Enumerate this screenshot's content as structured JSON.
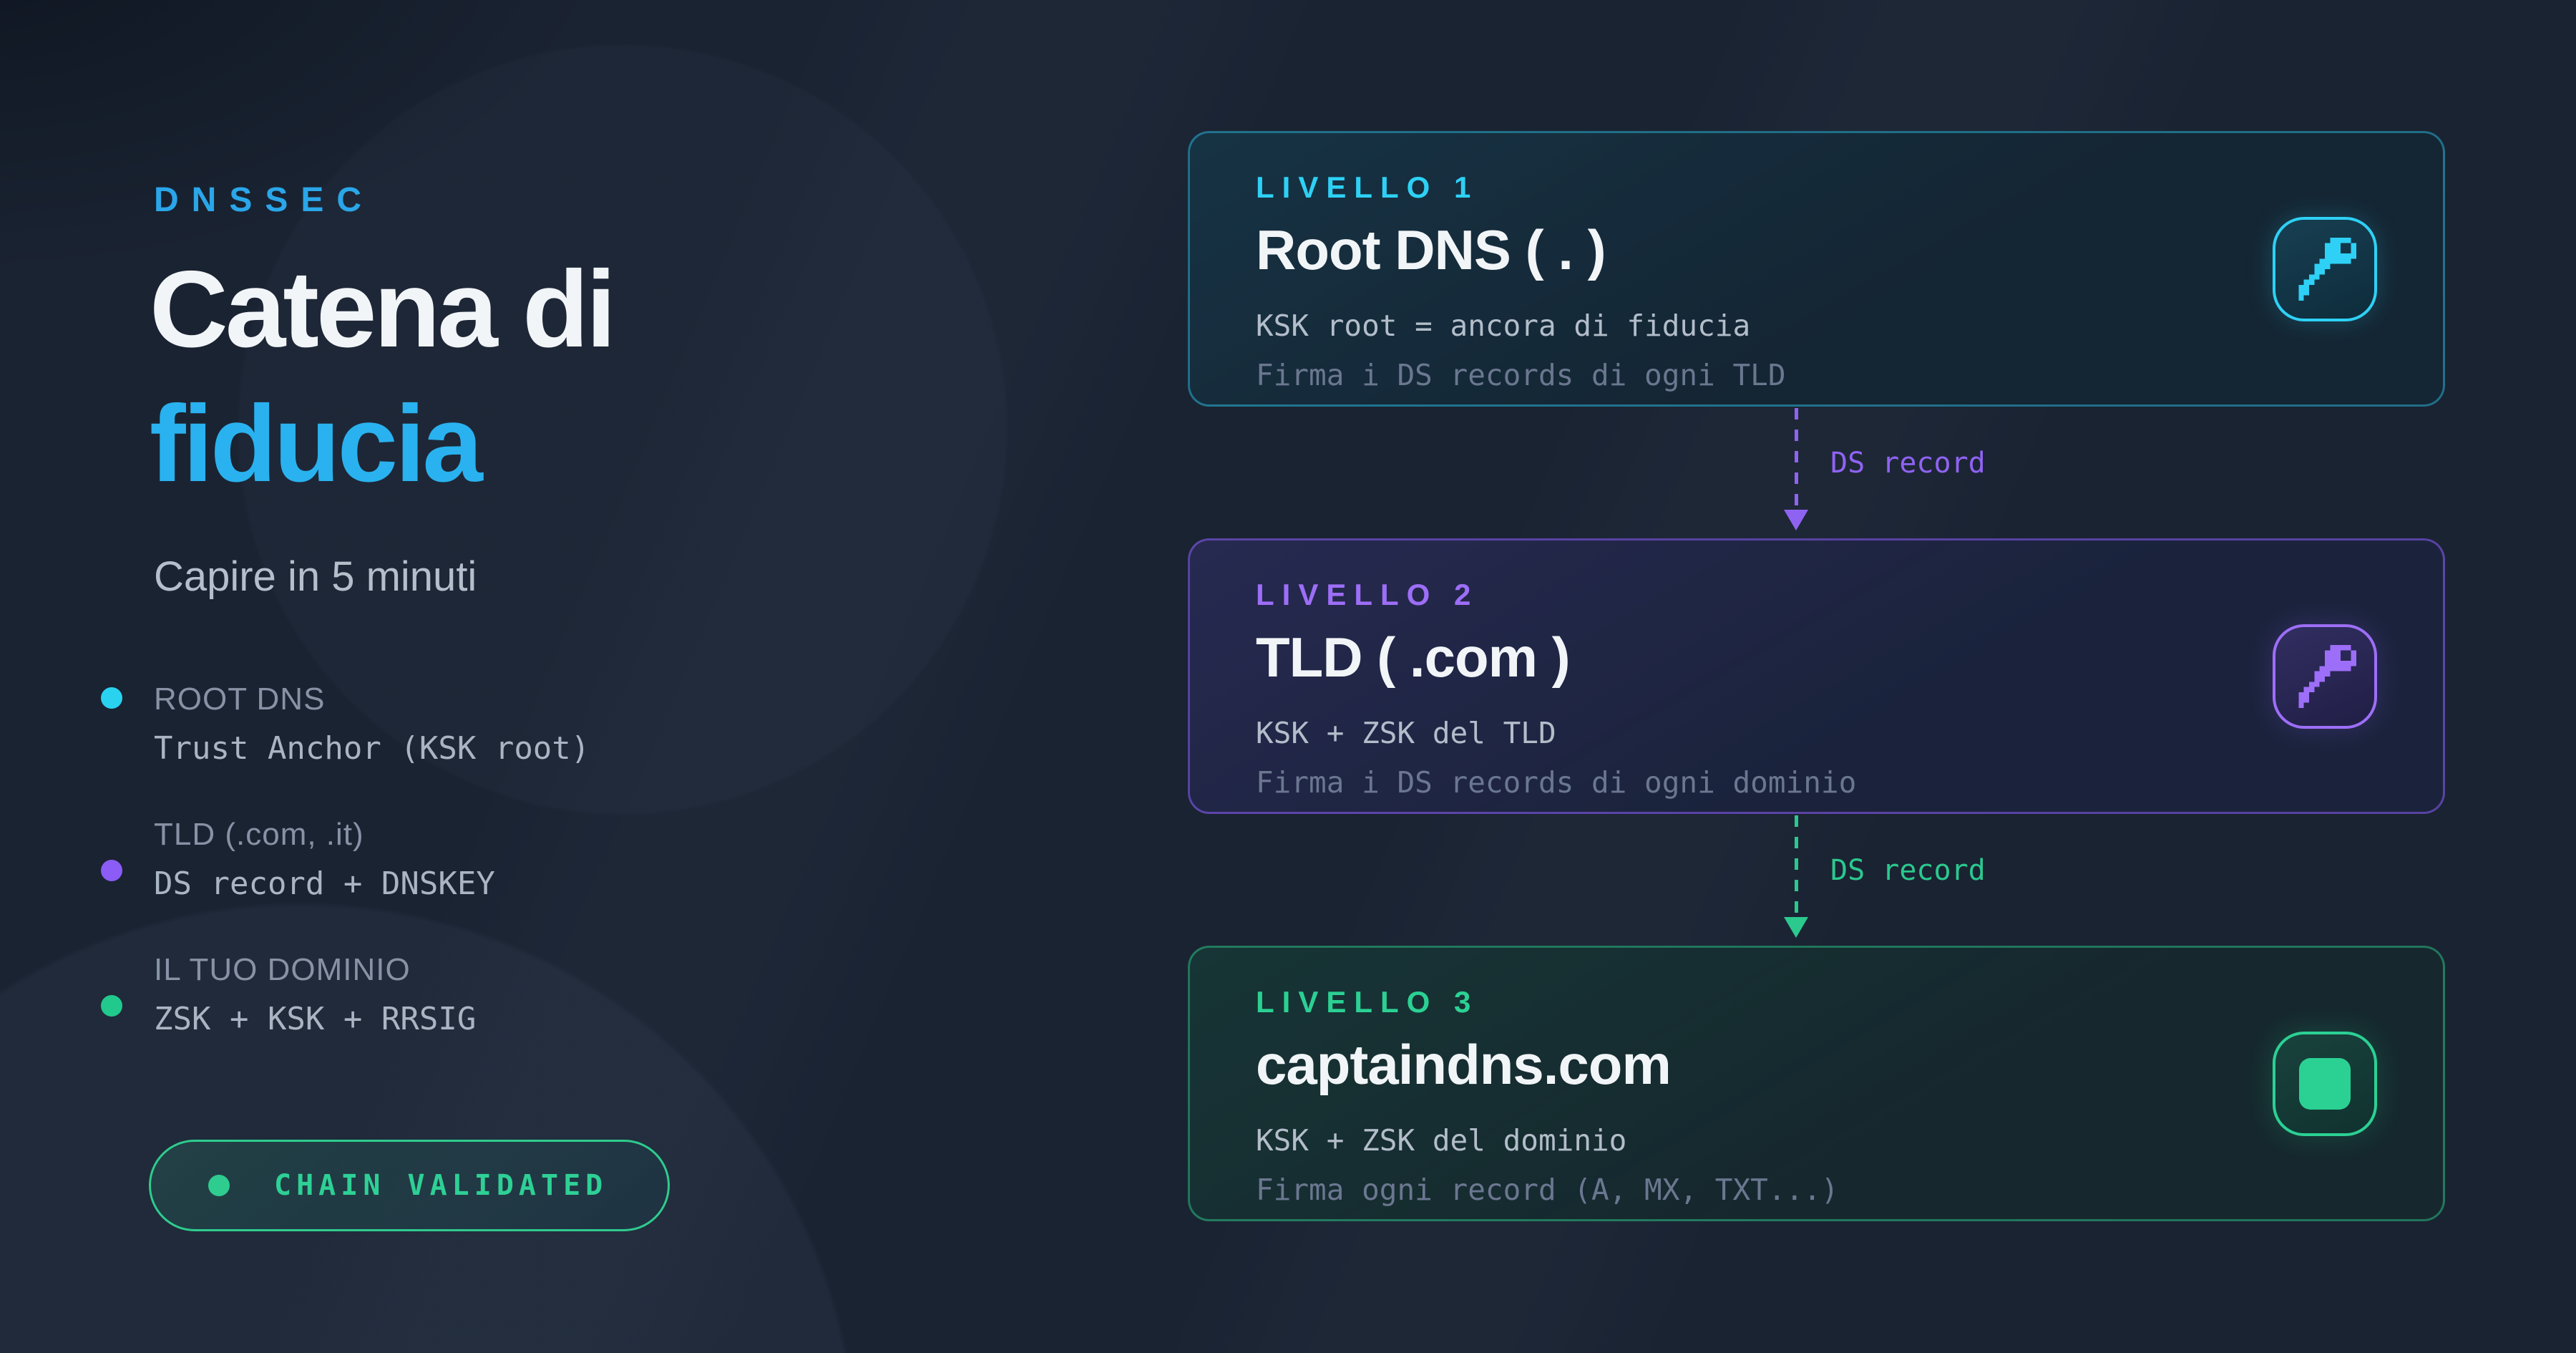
{
  "intro": {
    "kicker": "DNSSEC",
    "title_line1": "Catena di",
    "title_line2": "fiducia",
    "subtitle": "Capire in 5 minuti",
    "legend": [
      {
        "label": "ROOT DNS",
        "detail": "Trust Anchor (KSK root)",
        "dot_color": "#29d3f0"
      },
      {
        "label": "TLD (.com, .it)",
        "detail": "DS record + DNSKEY",
        "dot_color": "#8b5cf6"
      },
      {
        "label": "IL TUO DOMINIO",
        "detail": "ZSK + KSK + RRSIG",
        "dot_color": "#21c98c"
      }
    ],
    "badge_label": "CHAIN VALIDATED"
  },
  "chain": {
    "levels": [
      {
        "kicker": "LIVELLO 1",
        "title": "Root DNS ( . )",
        "line1": "KSK root = ancora di fiducia",
        "line2": "Firma i DS records di ogni TLD",
        "accent": "#2ed1f5",
        "icon": "pixel-key"
      },
      {
        "kicker": "LIVELLO 2",
        "title": "TLD ( .com )",
        "line1": "KSK + ZSK del TLD",
        "line2": "Firma i DS records di ogni dominio",
        "accent": "#9d6ef7",
        "icon": "pixel-key"
      },
      {
        "kicker": "LIVELLO 3",
        "title": "captaindns.com",
        "line1": "KSK + ZSK del dominio",
        "line2": "Firma ogni record (A, MX, TXT...)",
        "accent": "#2bd193",
        "icon": "pixel-block"
      }
    ],
    "connectors": [
      {
        "label": "DS record",
        "color": "#8f63f2"
      },
      {
        "label": "DS record",
        "color": "#2bc98e"
      }
    ]
  },
  "colors": {
    "background": "#1a2332",
    "cyan": "#2ed1f5",
    "purple": "#8b5cf6",
    "green": "#2ecc8e",
    "title_white": "#f2f5f8"
  }
}
